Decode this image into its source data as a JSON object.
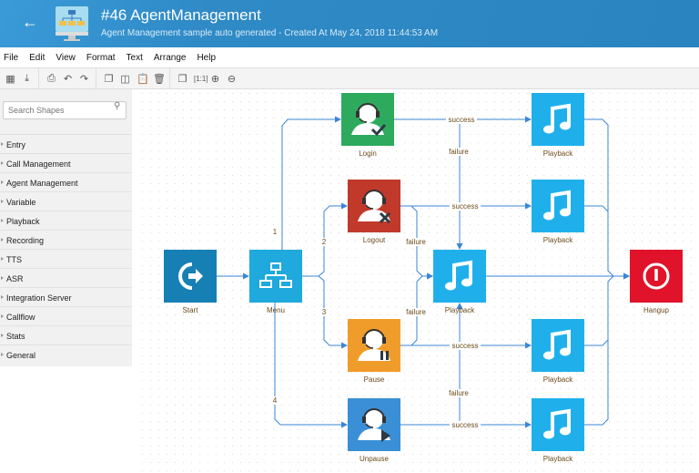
{
  "header": {
    "title": "#46 AgentManagement",
    "subtitle": "Agent Management sample auto generated - Created At May 24, 2018 11:44:53 AM",
    "back_icon": "arrow-left-icon",
    "logo_icon": "monitor-flowchart-icon"
  },
  "menu": [
    "File",
    "Edit",
    "View",
    "Format",
    "Text",
    "Arrange",
    "Help"
  ],
  "toolbar": [
    "save-icon",
    "download-icon",
    "print-icon",
    "undo-icon",
    "redo-icon",
    "copy-icon",
    "cut-icon",
    "paste-icon",
    "delete-icon",
    "shadow-icon",
    "actual-size-icon",
    "zoom-in-icon",
    "zoom-out-icon"
  ],
  "sidebar": {
    "search_placeholder": "Search Shapes",
    "items": [
      "Entry",
      "Call Management",
      "Agent Management",
      "Variable",
      "Playback",
      "Recording",
      "TTS",
      "ASR",
      "Integration Server",
      "Callflow",
      "Stats",
      "General"
    ]
  },
  "colors": {
    "edge": "#3b86d6",
    "start": "#1680b5",
    "menu": "#1fa9dc",
    "login": "#2eaa5e",
    "logout": "#c0392b",
    "pause": "#f09c2a",
    "unpause": "#3a8fd6",
    "playback": "#1fb0ec",
    "hangup": "#e0132a"
  },
  "nodes": [
    {
      "id": "start",
      "label": "Start",
      "icon": "exit-arrow-icon",
      "color": "start"
    },
    {
      "id": "menu",
      "label": "Menu",
      "icon": "sitemap-icon",
      "color": "menu"
    },
    {
      "id": "login",
      "label": "Login",
      "icon": "agent-check-icon",
      "color": "login"
    },
    {
      "id": "logout",
      "label": "Logout",
      "icon": "agent-x-icon",
      "color": "logout"
    },
    {
      "id": "pb_center",
      "label": "Playback",
      "icon": "music-note-icon",
      "color": "playback"
    },
    {
      "id": "pause",
      "label": "Pause",
      "icon": "agent-pause-icon",
      "color": "pause"
    },
    {
      "id": "unpause",
      "label": "Unpause",
      "icon": "agent-play-icon",
      "color": "unpause"
    },
    {
      "id": "pb1",
      "label": "Playback",
      "icon": "music-note-icon",
      "color": "playback"
    },
    {
      "id": "pb2",
      "label": "Playback",
      "icon": "music-note-icon",
      "color": "playback"
    },
    {
      "id": "pb3",
      "label": "Playback",
      "icon": "music-note-icon",
      "color": "playback"
    },
    {
      "id": "pb4",
      "label": "Playback",
      "icon": "music-note-icon",
      "color": "playback"
    },
    {
      "id": "hangup",
      "label": "Hangup",
      "icon": "power-icon",
      "color": "hangup"
    }
  ],
  "edge_labels": {
    "m1": "1",
    "m2": "2",
    "m3": "3",
    "m4": "4",
    "success": "success",
    "failure": "failure"
  }
}
